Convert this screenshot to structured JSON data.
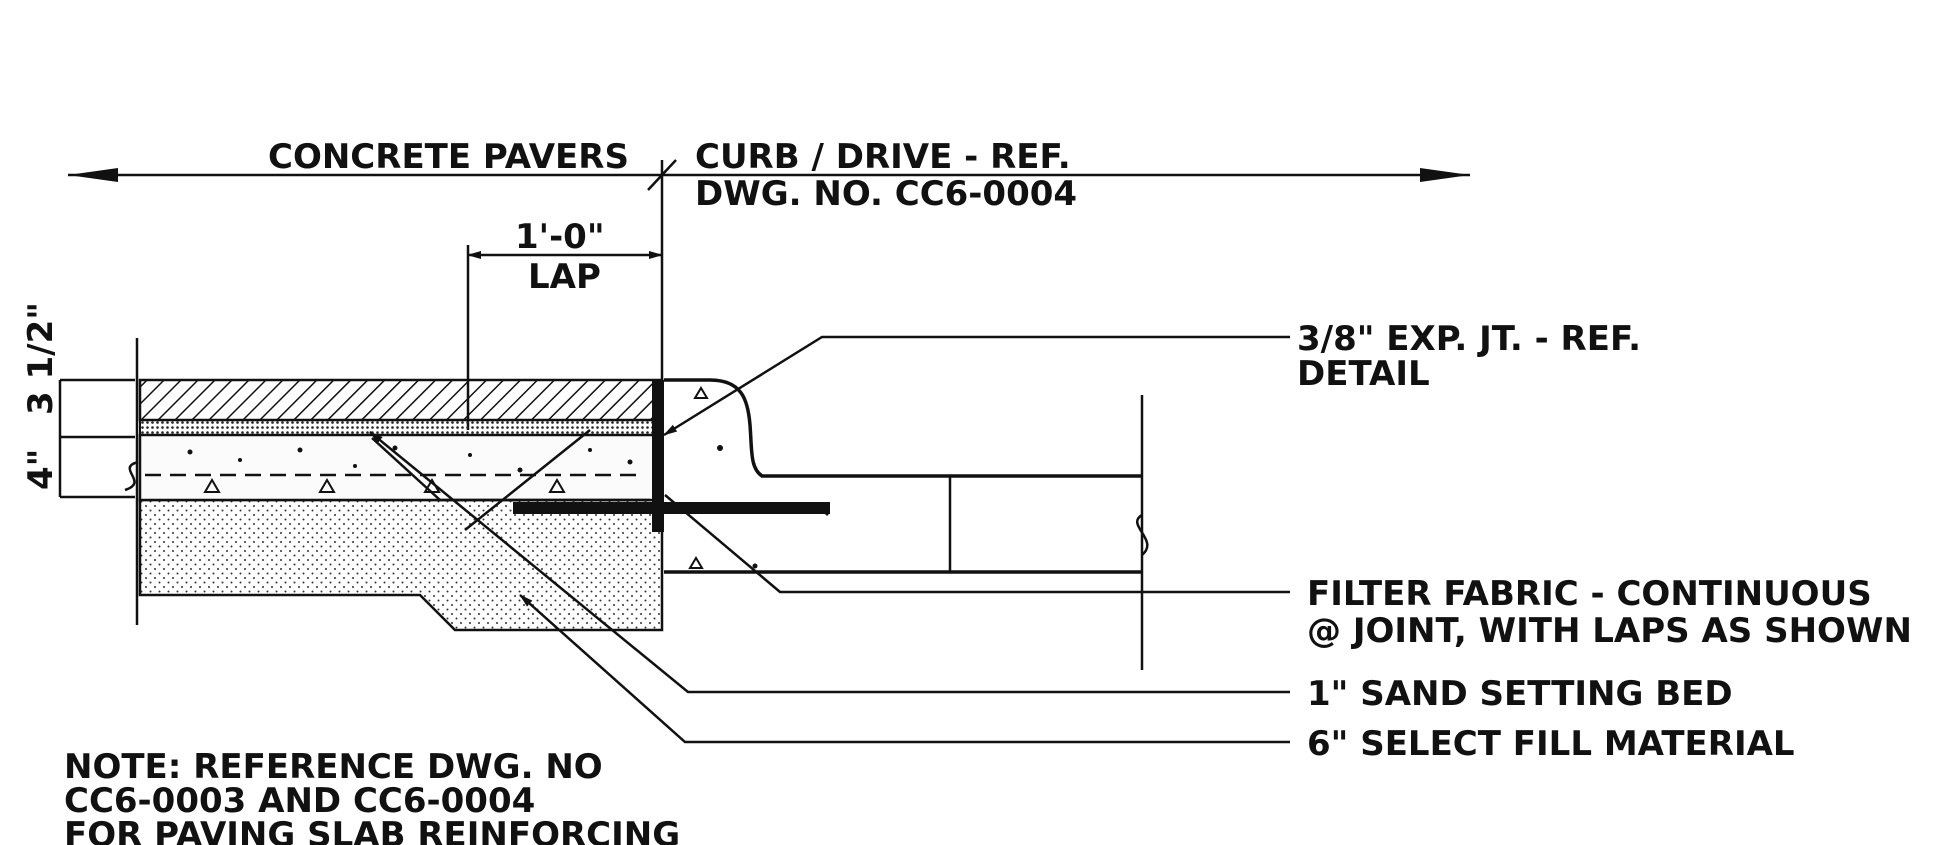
{
  "labels": {
    "concrete_pavers": "CONCRETE PAVERS",
    "curb_drive_1": "CURB /  DRIVE - REF.",
    "curb_drive_2": "DWG. NO. CC6-0004",
    "lap_dim": "1'-0\"",
    "lap": "LAP",
    "dim_3_half": "3 1/2\"",
    "dim_4": "4\"",
    "exp_jt_1": "3/8\" EXP. JT. - REF.",
    "exp_jt_2": "DETAIL",
    "filter_fabric_1": "FILTER FABRIC - CONTINUOUS",
    "filter_fabric_2": "@ JOINT, WITH LAPS AS SHOWN",
    "sand_bed": "1\" SAND SETTING BED",
    "select_fill": "6\" SELECT FILL MATERIAL",
    "note_1": "NOTE: REFERENCE DWG. NO",
    "note_2": "CC6-0003 AND CC6-0004",
    "note_3": "FOR PAVING SLAB REINFORCING"
  },
  "colors": {
    "ink": "#111111",
    "paper": "#ffffff"
  }
}
